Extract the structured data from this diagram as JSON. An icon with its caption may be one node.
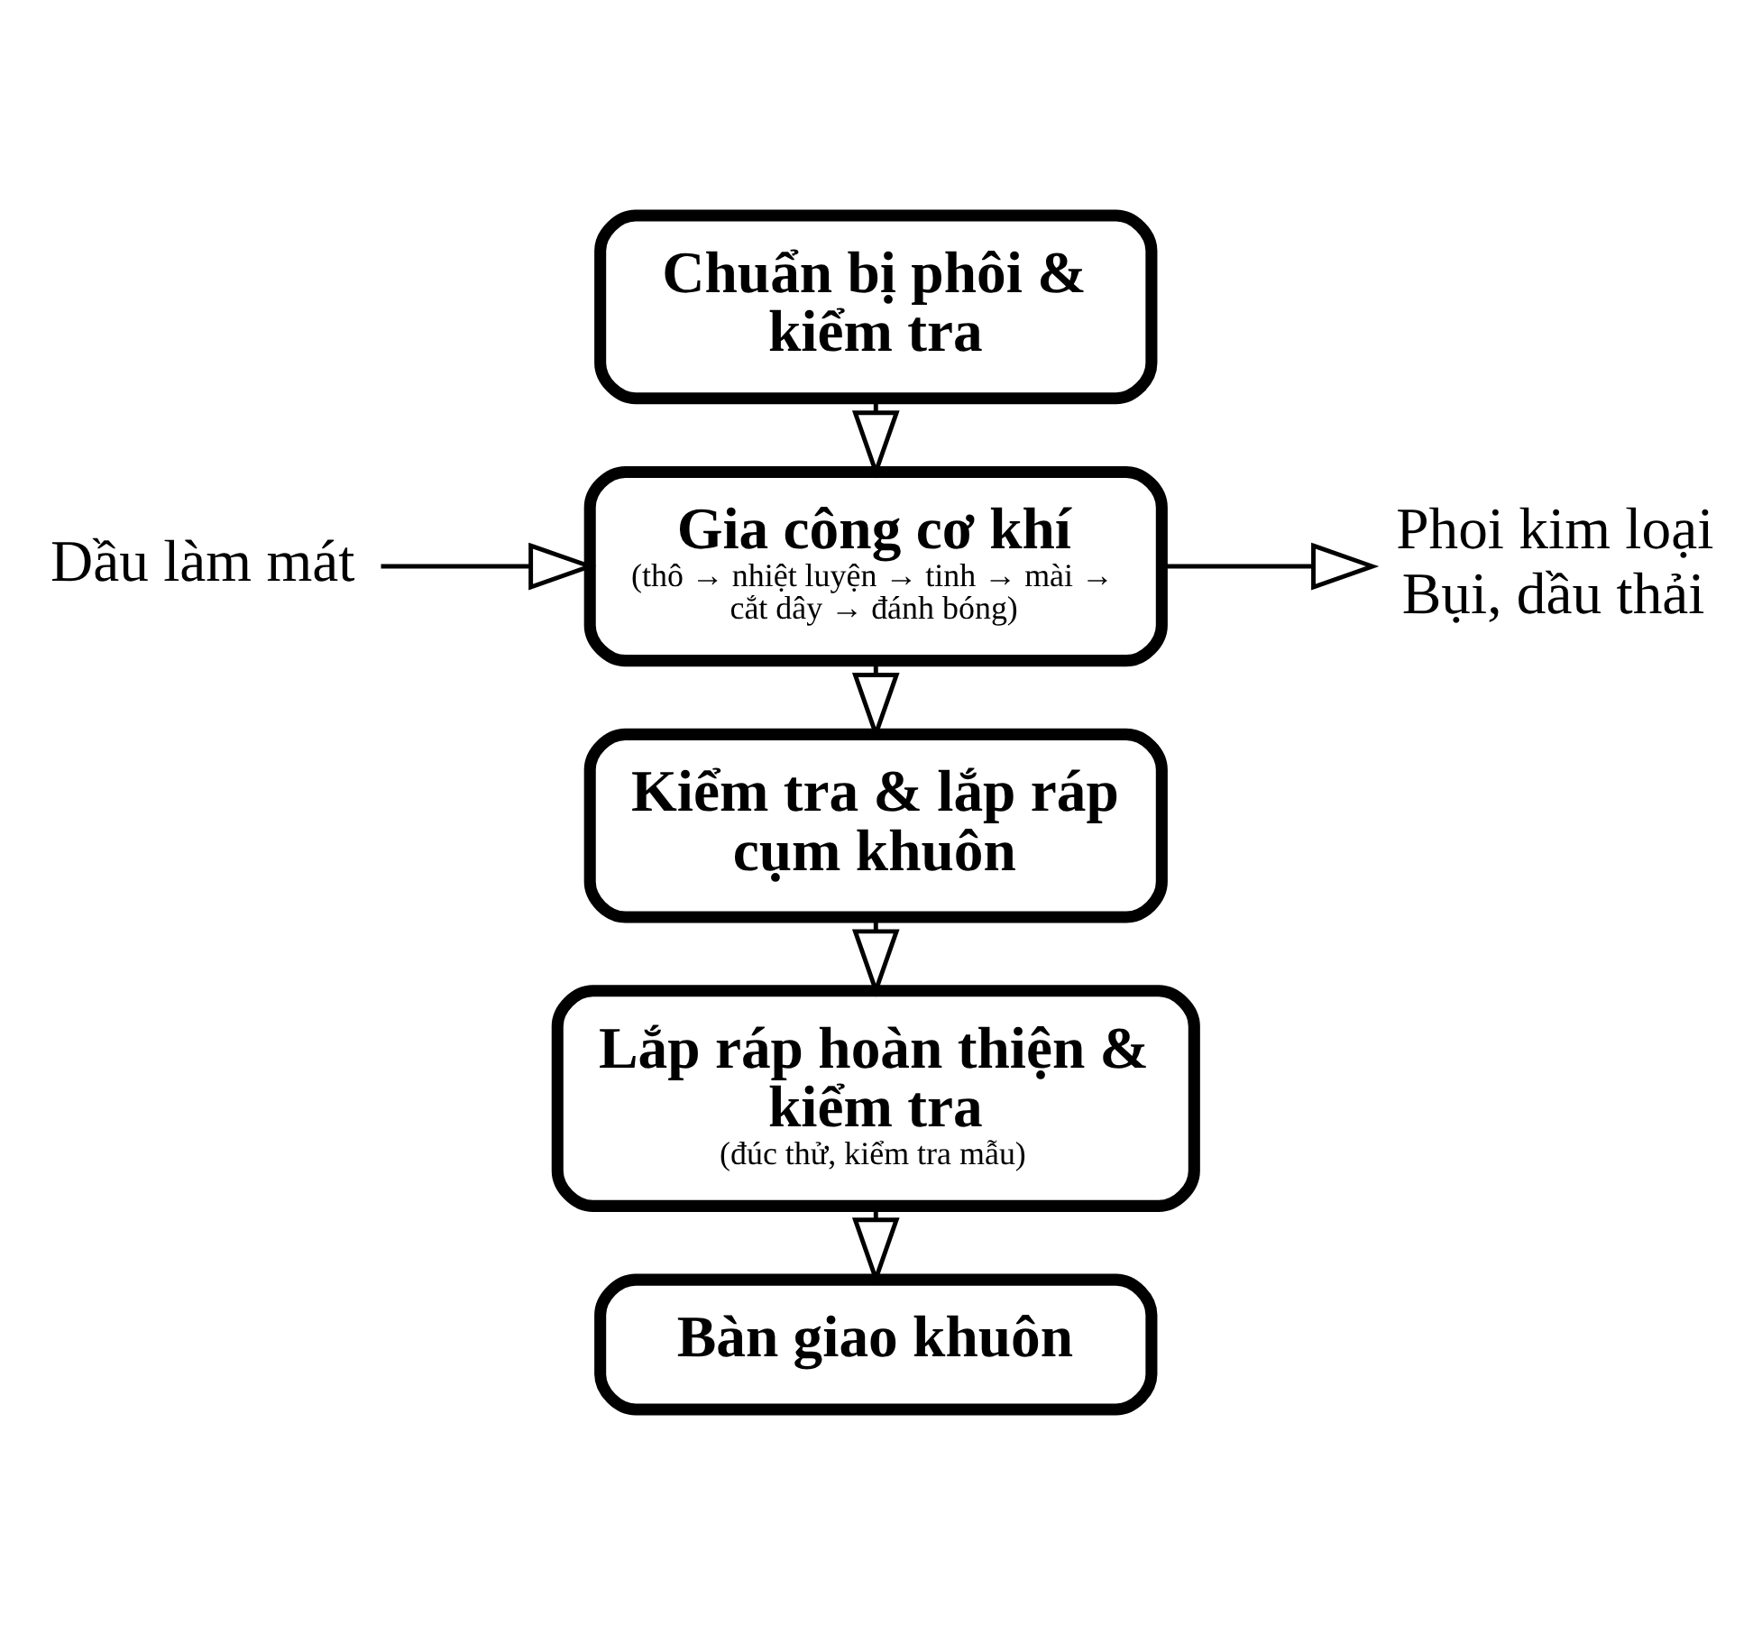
{
  "diagram": {
    "nodes": [
      {
        "text": [
          "Chuẩn bị phôi & kiểm tra"
        ]
      },
      {
        "text": [
          "Gia công cơ khí",
          "(thô → nhiệt luyện → tinh → mài → cắt dây → đánh bóng)"
        ]
      },
      {
        "text": [
          "Kiểm tra & lắp ráp cụm khuôn"
        ]
      },
      {
        "text": [
          "Lắp ráp hoàn thiện & kiểm tra",
          "(đúc thử, kiểm tra mẫu)"
        ]
      },
      {
        "text": [
          "Bàn giao khuôn"
        ]
      },
      {
        "text": [
          "Dầu làm mát"
        ]
      },
      {
        "text": [
          "Phoi kim loại Bụi, dầu thải"
        ]
      }
    ],
    "edges": [
      {
        "from": 0,
        "to": 1,
        "arrow": "to"
      },
      {
        "from": 5,
        "to": 1,
        "arrow": "to"
      },
      {
        "from": 1,
        "to": 6,
        "arrow": "to"
      },
      {
        "from": 1,
        "to": 2,
        "arrow": "to"
      },
      {
        "from": 2,
        "to": 3,
        "arrow": "to"
      },
      {
        "from": 3,
        "to": 4,
        "arrow": "to"
      }
    ]
  }
}
